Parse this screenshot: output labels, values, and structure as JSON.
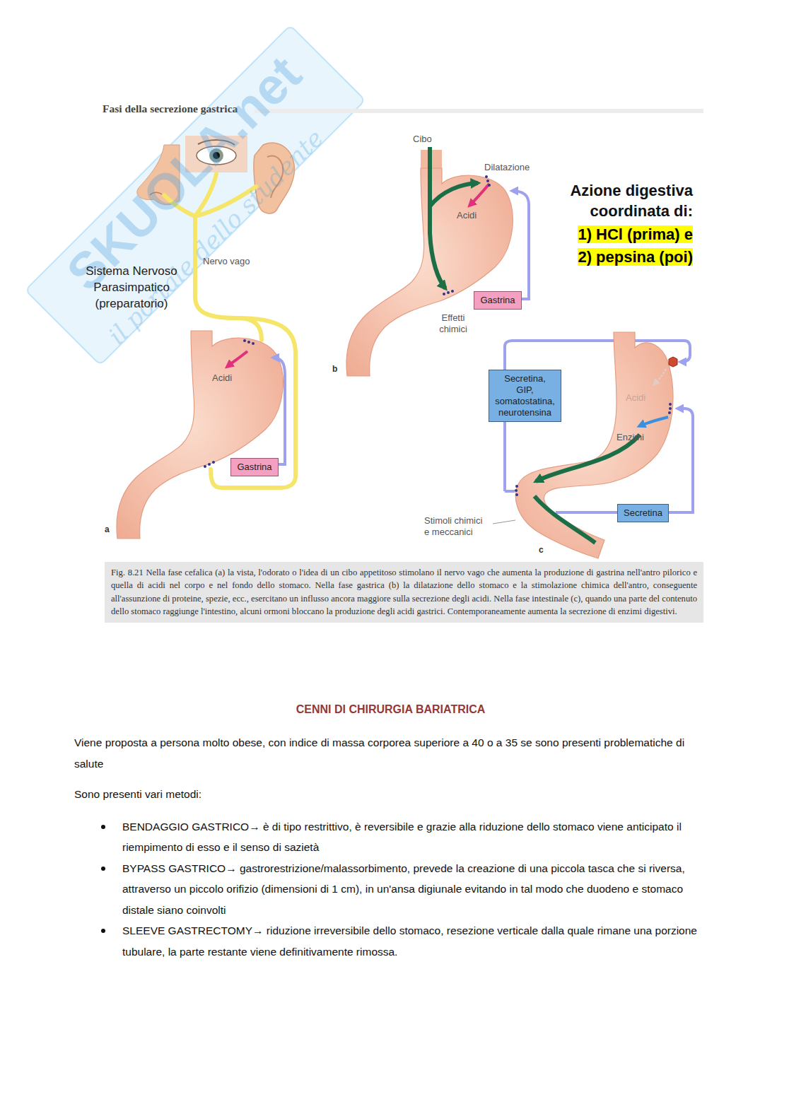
{
  "diagram": {
    "title": "Fasi della secrezione gastrica",
    "caption": "Fig. 8.21 Nella fase cefalica (a) la vista, l'odorato o l'idea di un cibo appetitoso stimolano il nervo vago che aumenta la produzione di gastrina nell'antro pilorico e quella di acidi nel corpo e nel fondo dello stomaco. Nella fase gastrica (b) la dilatazione dello stomaco e la stimolazione chimica dell'antro, conseguente all'assunzione di proteine, spezie, ecc., esercitano un influsso ancora maggiore sulla secrezione degli acidi. Nella fase intestinale (c), quando una parte del contenuto dello stomaco raggiunge l'intestino, alcuni ormoni bloccano la produzione degli acidi gastrici. Contemporaneamente aumenta la secrezione di enzimi digestivi.",
    "nodes": [
      {
        "text": [
          "Gastrina"
        ]
      },
      {
        "text": [
          "Gastrina"
        ]
      },
      {
        "text": [
          "Secretina, GIP, somatostatina, neurotensina"
        ]
      },
      {
        "text": [
          "Secretina"
        ]
      }
    ],
    "labels": [
      "SKUOLA.net",
      "il portale dello studente",
      "Sistema Nervoso Parasimpatico (preparatorio)",
      "Nervo vago",
      "Acidi",
      "a",
      "Cibo",
      "Dilatazione",
      "Acidi",
      "Effetti chimici",
      "b",
      "Azione digestiva coordinata di:",
      "1) HCl (prima) e",
      "2) pepsina (poi)",
      "Acidi",
      "Enzimi",
      "Stimoli chimici e meccanici",
      "c",
      "CENNI DI CHIRURGIA BARIATRICA",
      "Viene proposta a persona molto obese, con indice di massa corporea superiore a 40 o a 35 se sono presenti problematiche di salute",
      "Sono presenti vari metodi:",
      "BENDAGGIO GASTRICO→ è di tipo restrittivo, è reversibile e grazie alla riduzione dello stomaco viene anticipato il riempimento di esso e il senso di sazietà",
      "BYPASS GASTRICO→ gastrorestrizione/malassorbimento, prevede la creazione di una piccola tasca che si riversa, attraverso un piccolo orifizio (dimensioni di 1 cm), in un'ansa digiunale evitando in tal modo che duodeno e stomaco distale siano coinvolti",
      "SLEEVE GASTRECTOMY→ riduzione irreversibile dello stomaco, resezione verticale dalla quale rimane una porzione tubulare, la parte restante viene definitivamente rimossa."
    ]
  }
}
